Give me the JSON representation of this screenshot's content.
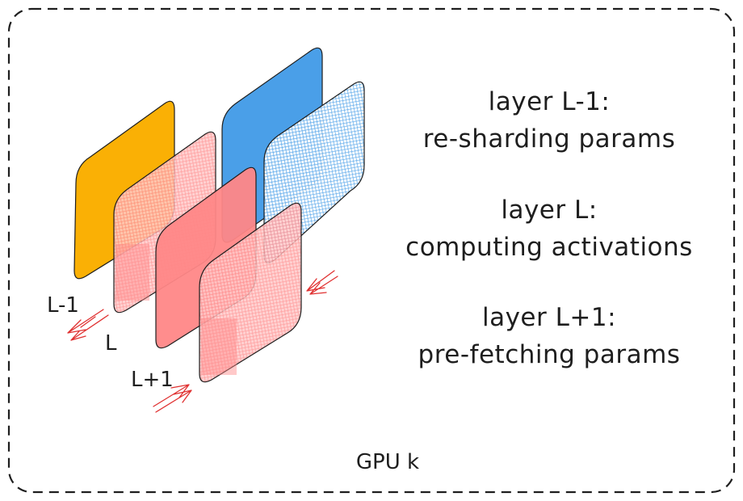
{
  "container": {
    "label": "GPU k"
  },
  "colors": {
    "prev_layer": "#fab005",
    "resharding": "#4a9fe8",
    "current": "#ff8787",
    "outline": "#1e1e1e",
    "arrow": "#e03131"
  },
  "layer_labels": {
    "prev": "L-1",
    "current": "L",
    "next": "L+1"
  },
  "descriptions": [
    {
      "title": "layer L-1:",
      "subtitle": "re-sharding params"
    },
    {
      "title": "layer L:",
      "subtitle": "computing activations"
    },
    {
      "title": "layer L+1:",
      "subtitle": "pre-fetching params"
    }
  ]
}
